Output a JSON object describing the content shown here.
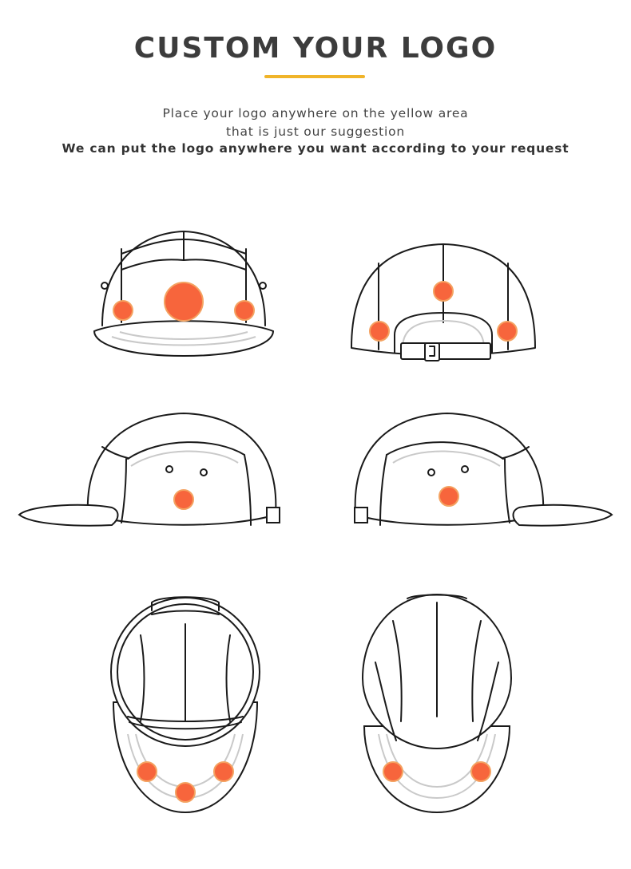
{
  "header": {
    "title": "CUSTOM YOUR LOGO",
    "line1": "Place your logo anywhere on the yellow area",
    "line2": "that is just our suggestion",
    "line3": "We can put the logo anywhere you want according to your request"
  },
  "colors": {
    "accent_underline": "#f0b429",
    "logo_spot": "#f7653c"
  }
}
